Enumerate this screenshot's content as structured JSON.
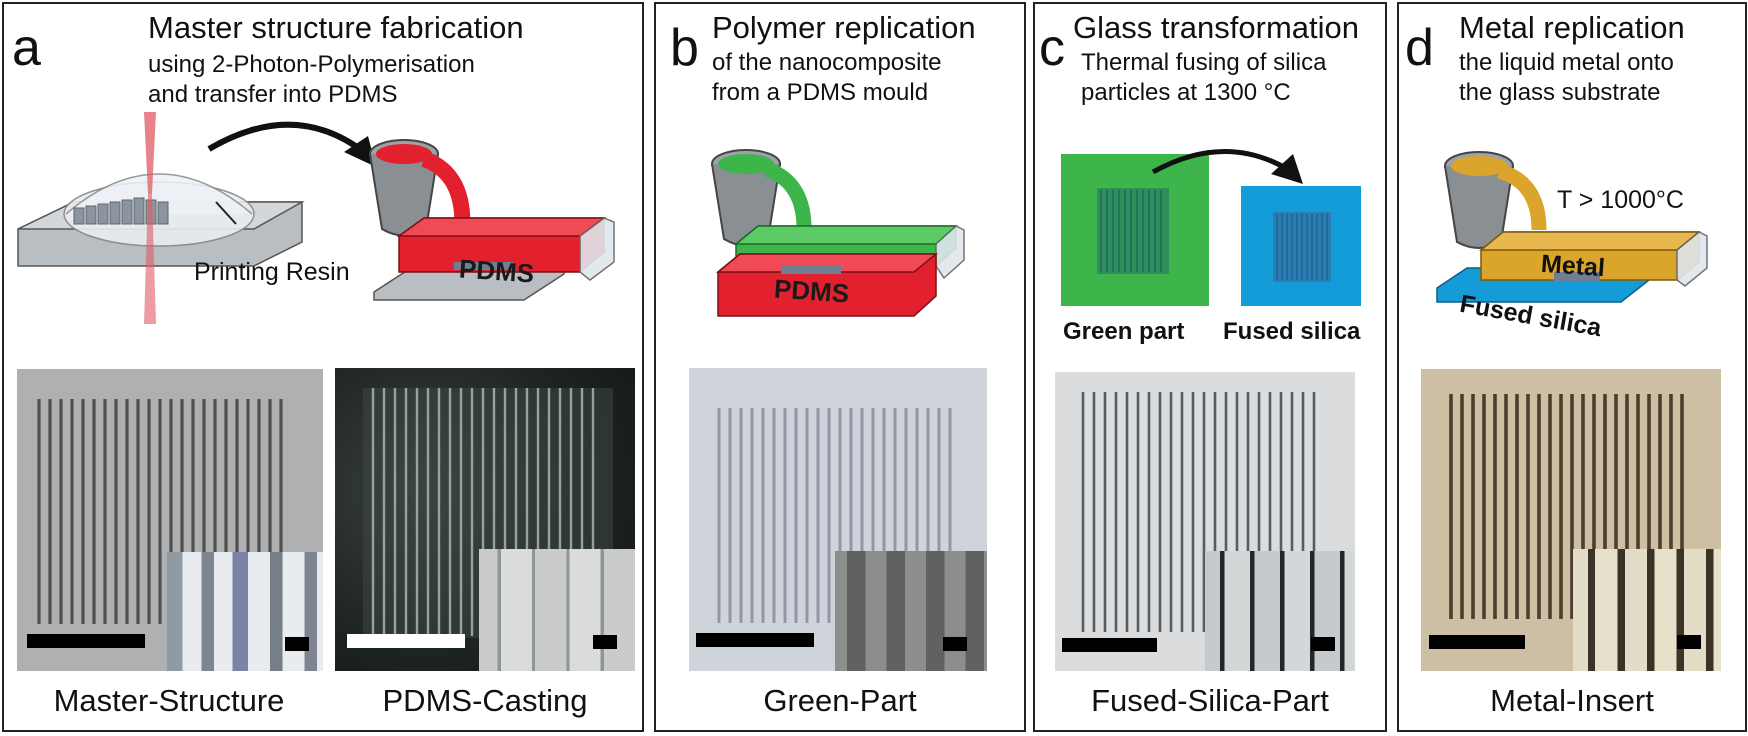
{
  "panels": {
    "a": {
      "letter": "a",
      "title": "Master structure fabrication",
      "sub1": "using 2-Photon-Polymerisation",
      "sub2": "and transfer into PDMS",
      "resin_label": "Printing Resin",
      "pdms_label": "PDMS",
      "cap1": "Master-Structure",
      "cap2": "PDMS-Casting"
    },
    "b": {
      "letter": "b",
      "title": "Polymer replication",
      "sub1": "of the nanocomposite",
      "sub2": "from a PDMS mould",
      "pdms_label": "PDMS",
      "cap": "Green-Part"
    },
    "c": {
      "letter": "c",
      "title": "Glass transformation",
      "sub1": "Thermal fusing of silica",
      "sub2": "particles at 1300 °C",
      "green_label": "Green part",
      "fused_label": "Fused silica",
      "cap": "Fused-Silica-Part"
    },
    "d": {
      "letter": "d",
      "title": "Metal replication",
      "sub1": "the liquid metal onto",
      "sub2": "the glass substrate",
      "temp_label": "T > 1000°C",
      "metal_label": "Metal",
      "fused_label": "Fused silica",
      "cap": "Metal-Insert"
    }
  },
  "colors": {
    "pdms_red": "#e2202e",
    "green": "#3db54a",
    "blue": "#149cd8",
    "gold": "#dba42a",
    "gray": "#9ea3a8"
  }
}
